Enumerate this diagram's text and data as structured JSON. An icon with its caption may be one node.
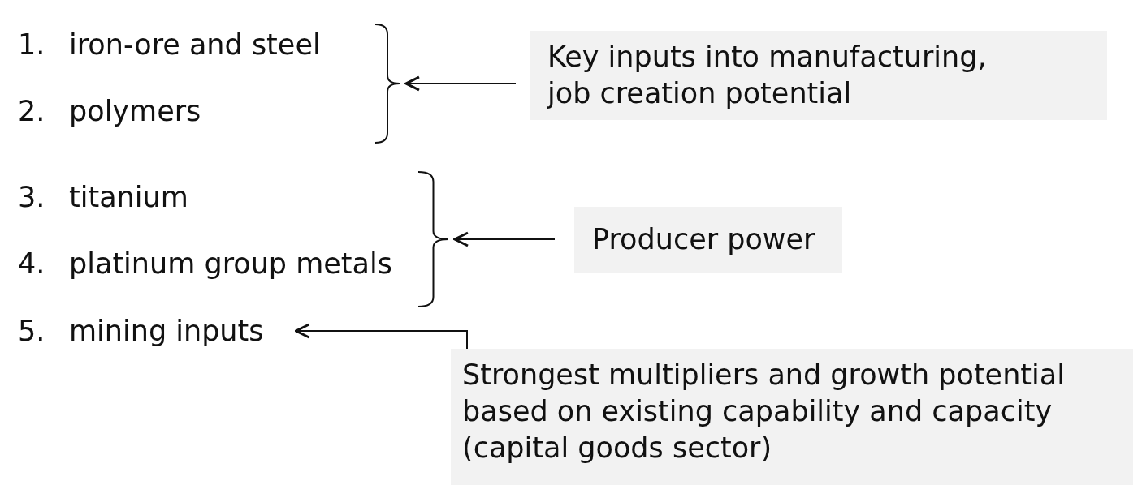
{
  "diagram": {
    "nodes": [
      {
        "text": [
          "1.",
          "iron-ore and steel"
        ]
      },
      {
        "text": [
          "2.",
          "polymers"
        ]
      },
      {
        "text": [],
        "shape": "bracket"
      },
      {
        "text": [
          "Key inputs into manufacturing, job creation potential"
        ]
      },
      {
        "text": [
          "3.",
          "titanium"
        ]
      },
      {
        "text": [
          "4.",
          "platinum group metals"
        ]
      },
      {
        "text": [],
        "shape": "bracket"
      },
      {
        "text": [
          "Producer power"
        ]
      },
      {
        "text": [
          "5.",
          "mining inputs"
        ]
      },
      {
        "text": [
          "Strongest multipliers and growth potential based on existing capability and capacity (capital goods sector)"
        ]
      }
    ],
    "edges": [
      {
        "from": 3,
        "to": 2,
        "arrow": "to"
      },
      {
        "from": 7,
        "to": 6,
        "arrow": "to"
      },
      {
        "from": 9,
        "to": 8,
        "arrow": "to"
      }
    ]
  }
}
